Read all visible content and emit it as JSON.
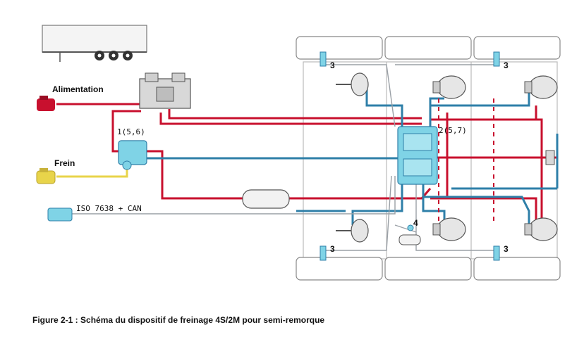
{
  "labels": {
    "supply": "Alimentation",
    "brake": "Frein",
    "iso": "ISO  7638  +  CAN",
    "trailer_valve": "1(5,6)",
    "modulator": "2(5,7)",
    "sensor_front_left": "3",
    "sensor_front_right": "3",
    "sensor_rear_left": "3",
    "sensor_rear_right": "3",
    "air_suspension": "4"
  },
  "caption": "Figure 2-1 : Schéma du dispositif de freinage 4S/2M pour semi-remorque",
  "colors": {
    "supply_line": "#c8102e",
    "control_line": "#2e7fa8",
    "yellow_line": "#e8d44a",
    "electric_line": "#9aa0a6",
    "component_cyan": "#7fd3e6"
  }
}
